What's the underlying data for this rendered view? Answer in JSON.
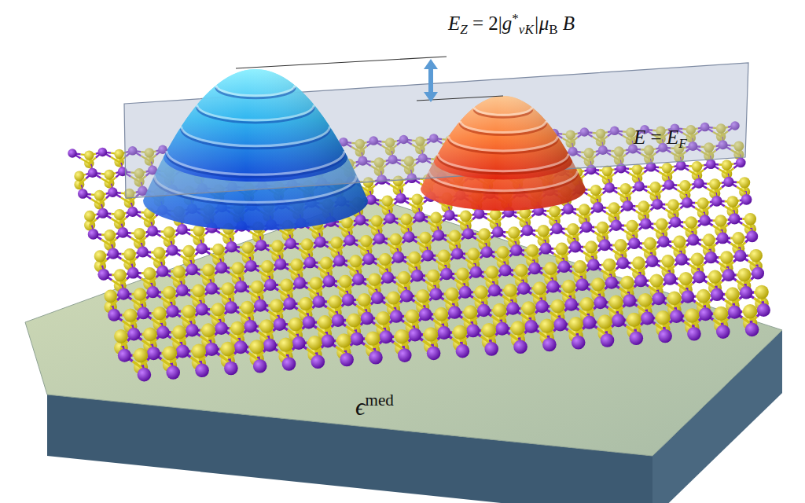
{
  "diagram": {
    "labels": [
      "EZ = 2|g*vK|μB B",
      "E = EF",
      "ϵmed"
    ]
  }
}
